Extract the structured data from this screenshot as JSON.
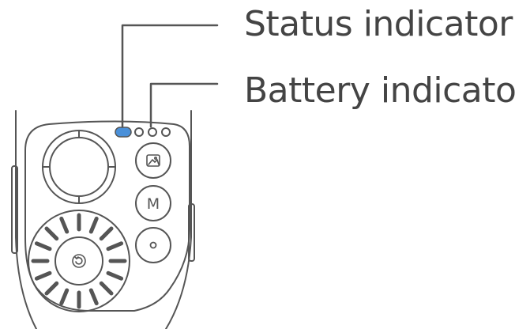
{
  "callouts": {
    "status": "Status indicator",
    "battery": "Battery indicator"
  },
  "buttons": {
    "mode_label": "M"
  },
  "colors": {
    "outline": "#555555",
    "status_led": "#4a90d9",
    "text": "#444444"
  },
  "icons": {
    "photo_button": "image-icon",
    "record_button": "circle-icon",
    "dial_center": "rotate-icon"
  }
}
